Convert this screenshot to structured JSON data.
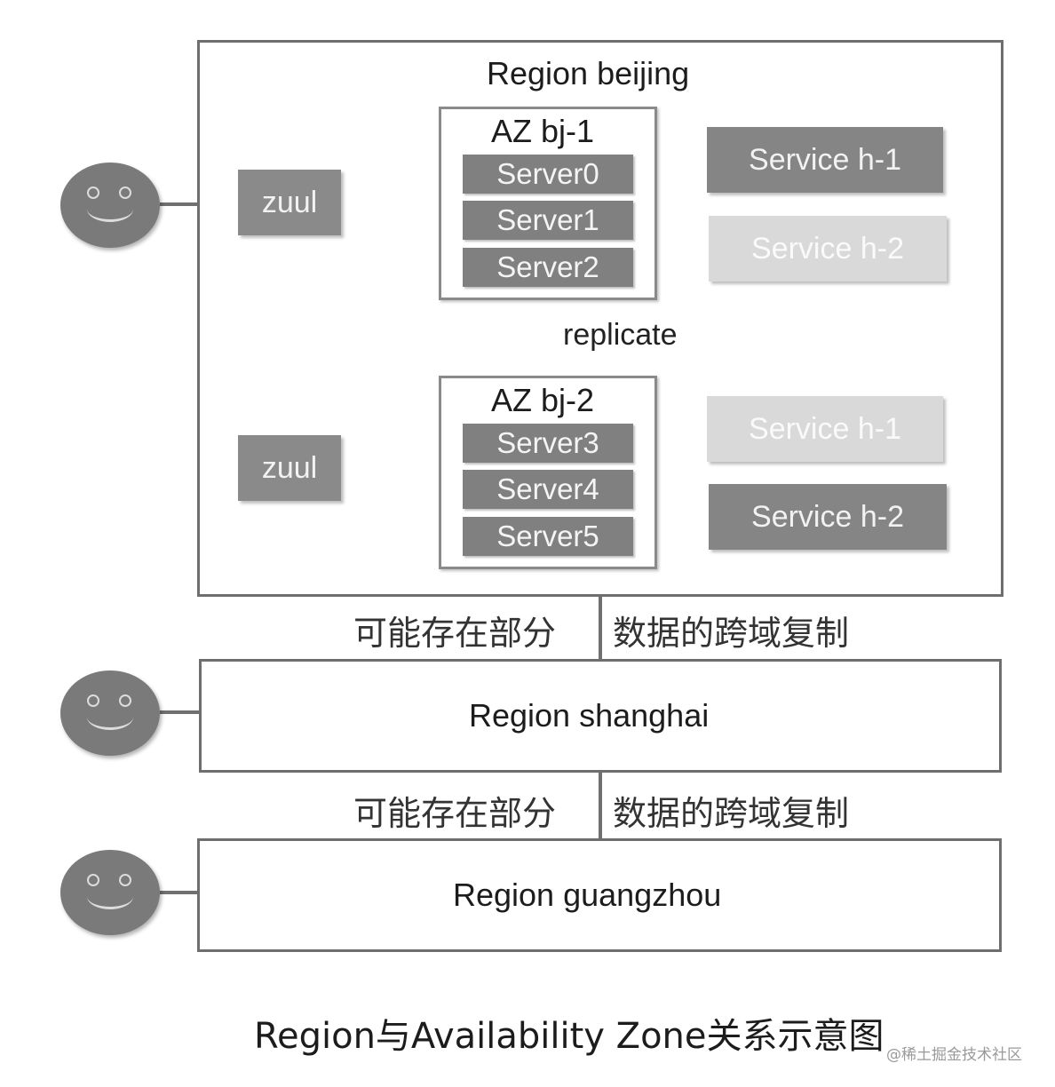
{
  "regions": {
    "beijing": {
      "title": "Region beijing"
    },
    "shanghai": {
      "title": "Region shanghai"
    },
    "guangzhou": {
      "title": "Region guangzhou"
    }
  },
  "az1": {
    "title": "AZ bj-1",
    "servers": [
      "Server0",
      "Server1",
      "Server2"
    ],
    "services": [
      "Service h-1",
      "Service h-2"
    ],
    "zuul": "zuul"
  },
  "az2": {
    "title": "AZ bj-2",
    "servers": [
      "Server3",
      "Server4",
      "Server5"
    ],
    "services": [
      "Service h-1",
      "Service h-2"
    ],
    "zuul": "zuul"
  },
  "replicate_label": "replicate",
  "cross_region": {
    "left": "可能存在部分",
    "right": "数据的跨域复制"
  },
  "caption": "Region与Availability Zone关系示意图",
  "watermark": "@稀土掘金技术社区",
  "colors": {
    "dark_node": "#858585",
    "light_node": "#d9d9d9",
    "border": "#6e6e6e"
  }
}
